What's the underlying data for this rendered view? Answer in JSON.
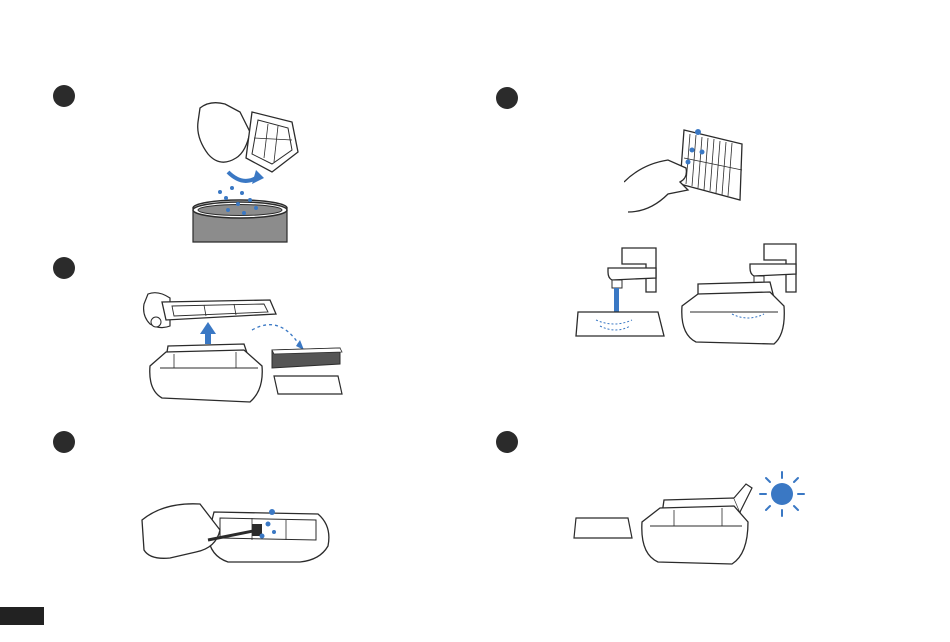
{
  "colors": {
    "accent_blue": "#3a78c4",
    "line_dark": "#2b2b2b",
    "bin_gray": "#8c8c8c",
    "filter_mesh": "#555555"
  },
  "steps": [
    {
      "icon": "step-bullet"
    },
    {
      "icon": "step-bullet"
    },
    {
      "icon": "step-bullet"
    },
    {
      "icon": "step-bullet"
    },
    {
      "icon": "step-bullet"
    }
  ],
  "illustrations": [
    {
      "name": "empty-dustbin-illustration"
    },
    {
      "name": "remove-filter-illustration"
    },
    {
      "name": "brush-dustbin-illustration"
    },
    {
      "name": "tap-filter-illustration"
    },
    {
      "name": "rinse-illustration"
    },
    {
      "name": "sun-dry-illustration",
      "icon": "sun-icon"
    }
  ]
}
